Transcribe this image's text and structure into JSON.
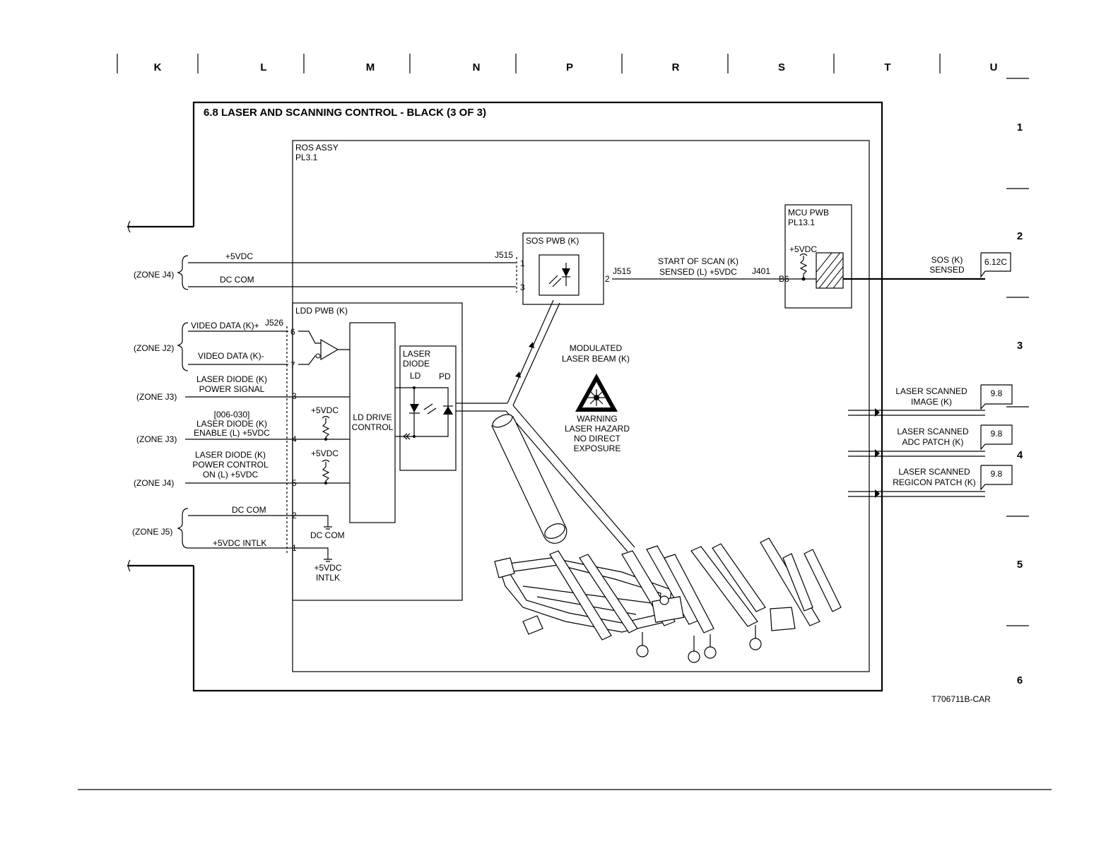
{
  "grid": {
    "columns": [
      "K",
      "L",
      "M",
      "N",
      "P",
      "R",
      "S",
      "T",
      "U"
    ],
    "rows": [
      "1",
      "2",
      "3",
      "4",
      "5",
      "6"
    ]
  },
  "title": "6.8 LASER AND SCANNING CONTROL - BLACK (3 OF 3)",
  "ros_assy": {
    "name": "ROS ASSY",
    "pl": "PL3.1"
  },
  "ldd_pwb": "LDD PWB (K)",
  "sos_pwb": "SOS PWB (K)",
  "mcu_pwb": {
    "name": "MCU PWB",
    "pl": "PL13.1",
    "vdc": "+5VDC"
  },
  "connectors": {
    "j515": "J515",
    "j526": "J526",
    "j401": "J401",
    "b6": "B6"
  },
  "pins": {
    "sos_in": [
      "1",
      "3"
    ],
    "sos_out": "2",
    "ldd": [
      "6",
      "7",
      "3",
      "4",
      "5",
      "2",
      "1"
    ]
  },
  "zones": {
    "j4a": "(ZONE J4)",
    "j2": "(ZONE J2)",
    "j3a": "(ZONE J3)",
    "j3b": "(ZONE J3)",
    "j4b": "(ZONE J4)",
    "j5": "(ZONE J5)"
  },
  "signals": {
    "vdc5": "+5VDC",
    "dc_com": "DC COM",
    "video_p": "VIDEO DATA (K)+",
    "video_n": "VIDEO DATA (K)-",
    "ld_power_1": "LASER DIODE (K)",
    "ld_power_2": "POWER SIGNAL",
    "ld_enable_0": "[006-030]",
    "ld_enable_1": "LASER DIODE (K)",
    "ld_enable_2": "ENABLE (L) +5VDC",
    "ld_ctrl_1": "LASER DIODE (K)",
    "ld_ctrl_2": "POWER CONTROL",
    "ld_ctrl_3": "ON (L) +5VDC",
    "dc_com_2": "DC COM",
    "intlk": "+5VDC INTLK",
    "sos_1": "START OF SCAN (K)",
    "sos_2": "SENSED (L) +5VDC",
    "sos_out_1": "SOS (K)",
    "sos_out_2": "SENSED"
  },
  "internal": {
    "pullup_1": "+5VDC",
    "pullup_2": "+5VDC",
    "ld_drive_1": "LD DRIVE",
    "ld_drive_2": "CONTROL",
    "laser_diode_1": "LASER",
    "laser_diode_2": "DIODE",
    "ld": "LD",
    "pd": "PD",
    "gnd_dc_com": "DC COM",
    "intlk_1": "+5VDC",
    "intlk_2": "INTLK"
  },
  "beam": {
    "line1": "MODULATED",
    "line2": "LASER BEAM (K)"
  },
  "warning": {
    "line1": "WARNING",
    "line2": "LASER HAZARD",
    "line3": "NO DIRECT",
    "line4": "EXPOSURE"
  },
  "outputs": [
    {
      "line1": "LASER SCANNED",
      "line2": "IMAGE (K)",
      "ref": "9.8"
    },
    {
      "line1": "LASER SCANNED",
      "line2": "ADC PATCH (K)",
      "ref": "9.8"
    },
    {
      "line1": "LASER SCANNED",
      "line2": "REGICON PATCH (K)",
      "ref": "9.8"
    }
  ],
  "sos_ref": "6.12C",
  "drawing_id": "T706711B-CAR"
}
